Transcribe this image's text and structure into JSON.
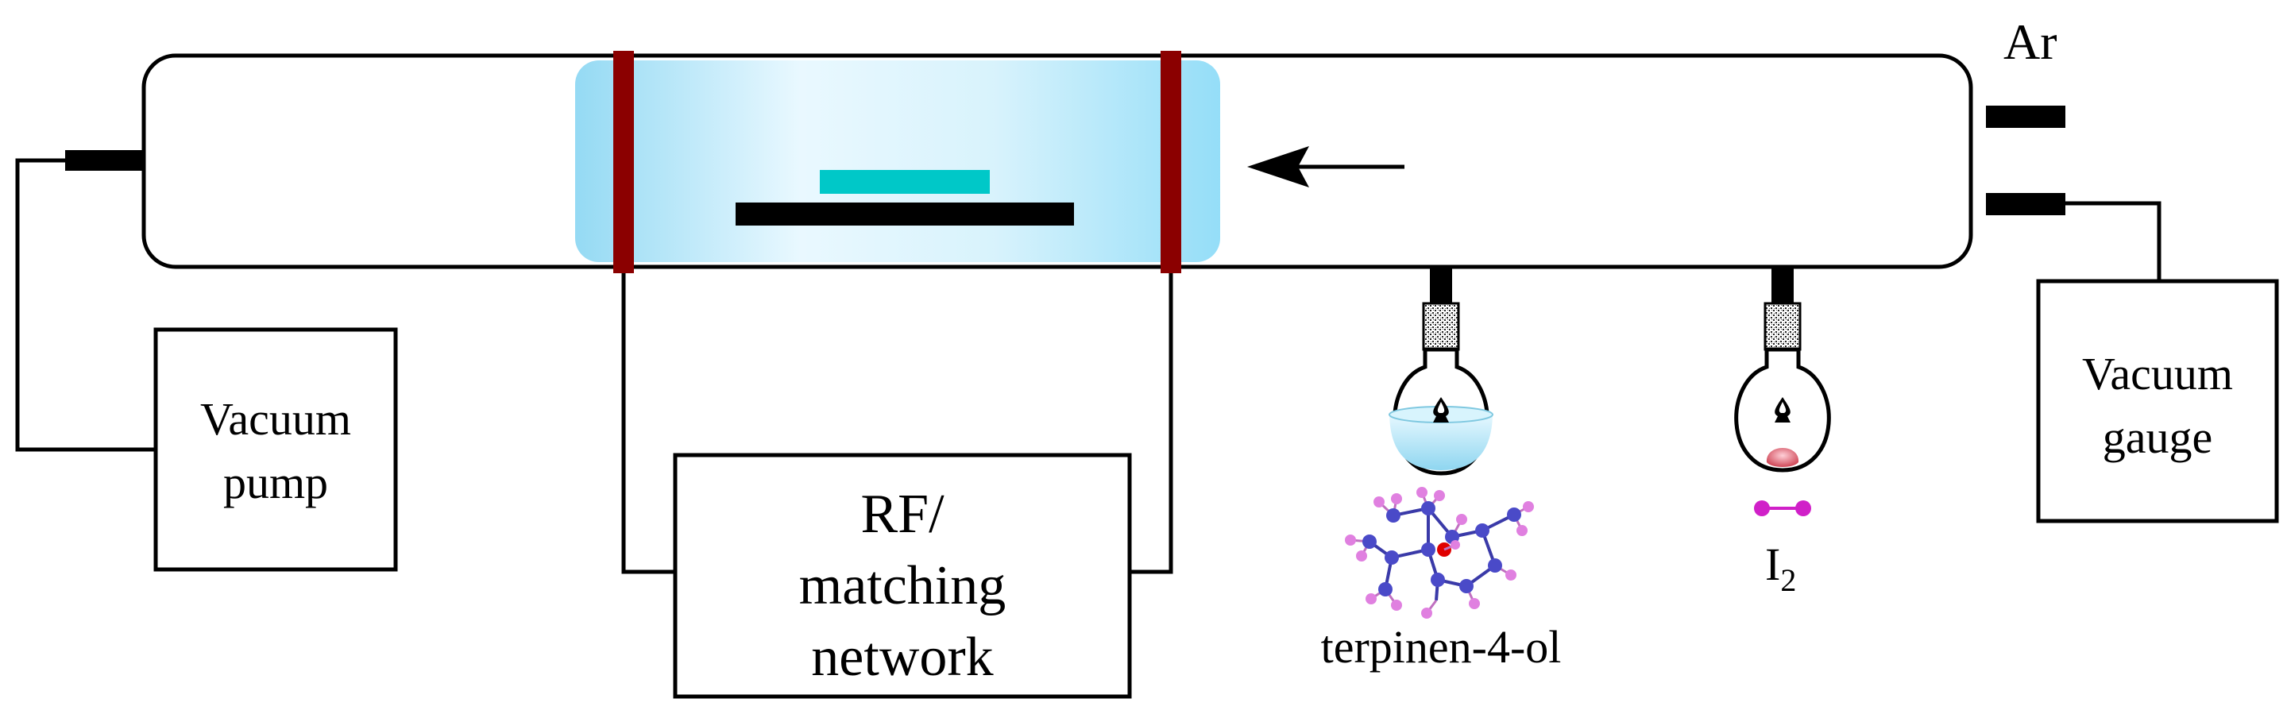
{
  "labels": {
    "ar": "Ar",
    "vacuum_pump_line1": "Vacuum",
    "vacuum_pump_line2": "pump",
    "rf_line1": "RF/",
    "rf_line2": "matching",
    "rf_line3": "network",
    "vacuum_gauge_line1": "Vacuum",
    "vacuum_gauge_line2": "gauge",
    "terpinen": "terpinen-4-ol",
    "iodine_main": "I",
    "iodine_sub": "2"
  },
  "colors": {
    "line": "#000000",
    "electrode": "#8b0000",
    "plasma": "#8fdcf7",
    "substrate": "#00c8c8",
    "liquid": "#a6e2f5",
    "iodine_solid": "#e06070",
    "carbon_atom": "#4a4ac8",
    "hydrogen_atom": "#e080e0",
    "oxygen_atom": "#e00000",
    "iodine_atom": "#d020c8"
  }
}
